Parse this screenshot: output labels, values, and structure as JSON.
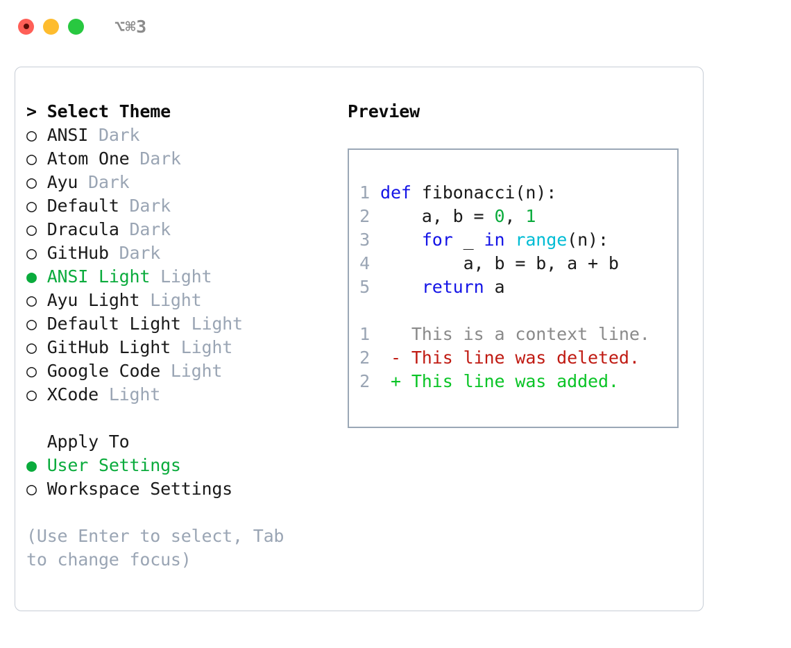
{
  "titlebar": {
    "shortcut_label": "⌥⌘3",
    "lights": [
      {
        "name": "close",
        "color": "#ff5f57"
      },
      {
        "name": "minimize",
        "color": "#febc2e"
      },
      {
        "name": "maximize",
        "color": "#28c840"
      }
    ]
  },
  "theme_list": {
    "header": "> Select Theme",
    "selected_color": "#0aab3c",
    "kind_color": "#9aa5b4",
    "bullet_selected": "●",
    "bullet_unselected": "○",
    "items": [
      {
        "bullet": "○",
        "name": "ANSI",
        "kind": "Dark",
        "selected": false
      },
      {
        "bullet": "○",
        "name": "Atom One",
        "kind": "Dark",
        "selected": false
      },
      {
        "bullet": "○",
        "name": "Ayu",
        "kind": "Dark",
        "selected": false
      },
      {
        "bullet": "○",
        "name": "Default",
        "kind": "Dark",
        "selected": false
      },
      {
        "bullet": "○",
        "name": "Dracula",
        "kind": "Dark",
        "selected": false
      },
      {
        "bullet": "○",
        "name": "GitHub",
        "kind": "Dark",
        "selected": false
      },
      {
        "bullet": "●",
        "name": "ANSI Light",
        "kind": "Light",
        "selected": true
      },
      {
        "bullet": "○",
        "name": "Ayu Light",
        "kind": "Light",
        "selected": false
      },
      {
        "bullet": "○",
        "name": "Default Light",
        "kind": "Light",
        "selected": false
      },
      {
        "bullet": "○",
        "name": "GitHub Light",
        "kind": "Light",
        "selected": false
      },
      {
        "bullet": "○",
        "name": "Google Code",
        "kind": "Light",
        "selected": false
      },
      {
        "bullet": "○",
        "name": "XCode",
        "kind": "Light",
        "selected": false
      }
    ]
  },
  "apply_to": {
    "header": "  Apply To",
    "items": [
      {
        "bullet": "●",
        "name": "User Settings",
        "selected": true
      },
      {
        "bullet": "○",
        "name": "Workspace Settings",
        "selected": false
      }
    ]
  },
  "hint": "(Use Enter to select, Tab to change focus)",
  "preview": {
    "header": "Preview",
    "border_color": "#9aa7b6",
    "code": [
      {
        "num": "1",
        "tokens": [
          {
            "t": "def",
            "c": "kw"
          },
          {
            "t": " fibonacci(n):",
            "c": "plain"
          }
        ]
      },
      {
        "num": "2",
        "tokens": [
          {
            "t": "    a, b = ",
            "c": "plain"
          },
          {
            "t": "0",
            "c": "num"
          },
          {
            "t": ", ",
            "c": "plain"
          },
          {
            "t": "1",
            "c": "num"
          }
        ]
      },
      {
        "num": "3",
        "tokens": [
          {
            "t": "    ",
            "c": "plain"
          },
          {
            "t": "for",
            "c": "kw"
          },
          {
            "t": " _ ",
            "c": "plain"
          },
          {
            "t": "in",
            "c": "kw"
          },
          {
            "t": " ",
            "c": "plain"
          },
          {
            "t": "range",
            "c": "fn"
          },
          {
            "t": "(n):",
            "c": "plain"
          }
        ]
      },
      {
        "num": "4",
        "tokens": [
          {
            "t": "        a, b = b, a + b",
            "c": "plain"
          }
        ]
      },
      {
        "num": "5",
        "tokens": [
          {
            "t": "    ",
            "c": "plain"
          },
          {
            "t": "return",
            "c": "kw"
          },
          {
            "t": " a",
            "c": "plain"
          }
        ]
      }
    ],
    "diff": [
      {
        "num": "1",
        "marker": " ",
        "text": " This is a context line.",
        "kind": "ctx"
      },
      {
        "num": "2",
        "marker": "-",
        "text": " This line was deleted.",
        "kind": "del"
      },
      {
        "num": "2",
        "marker": "+",
        "text": " This line was added.",
        "kind": "add"
      }
    ]
  }
}
